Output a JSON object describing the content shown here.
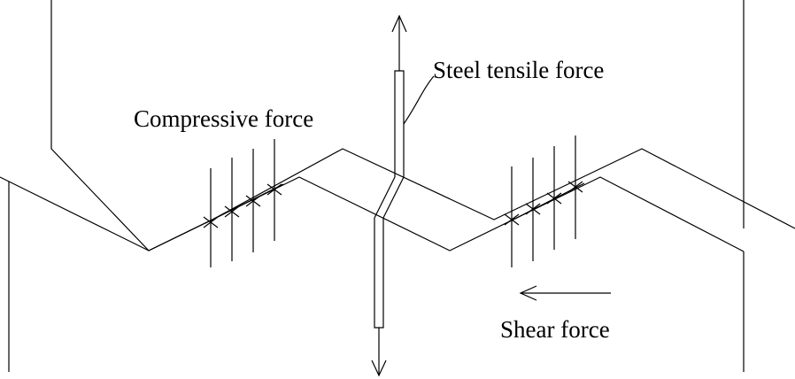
{
  "labels": {
    "steel_tensile_force": "Steel tensile force",
    "compressive_force": "Compressive force",
    "shear_force": "Shear force"
  },
  "colors": {
    "stroke": "#000000",
    "background": "#ffffff"
  }
}
